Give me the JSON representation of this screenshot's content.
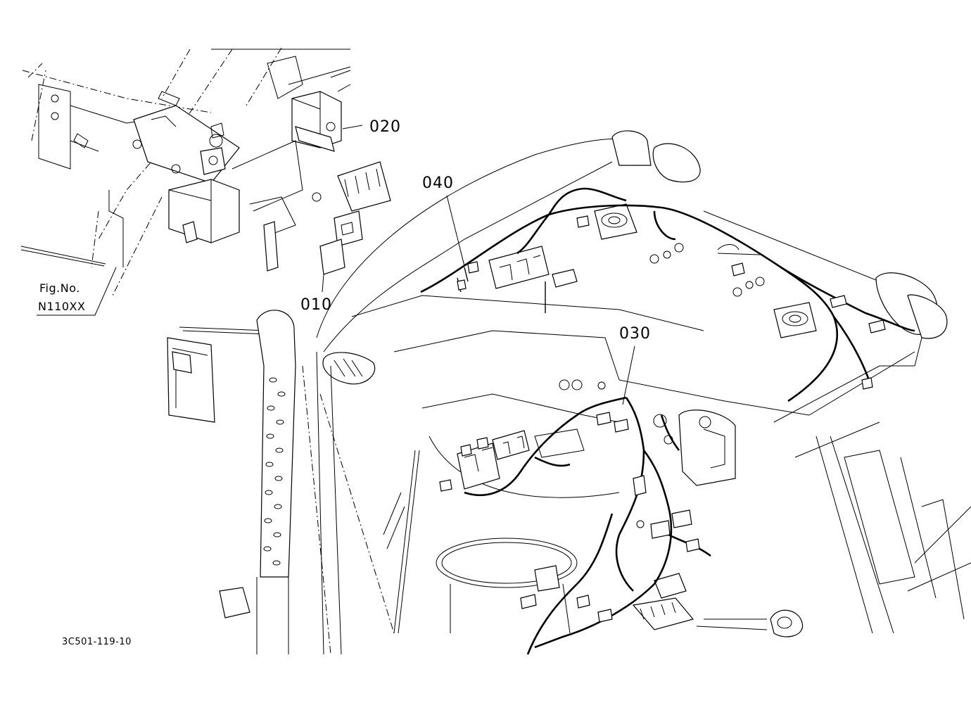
{
  "diagram": {
    "callouts": {
      "part_010": "010",
      "part_020": "020",
      "part_030": "030",
      "part_040": "040"
    },
    "figure_ref": {
      "label": "Fig.No.",
      "number": "N110XX"
    },
    "drawing_code": "3C501-119-10"
  }
}
